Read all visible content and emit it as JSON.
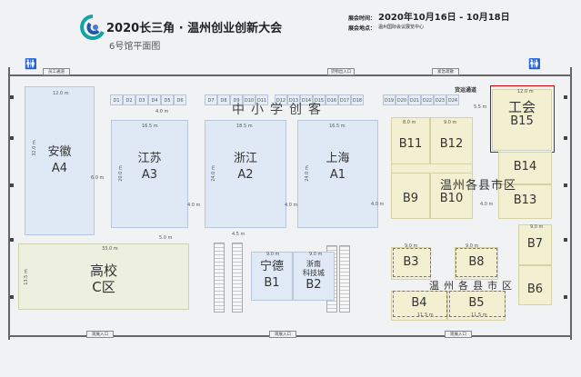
{
  "header": {
    "title": "2020长三角 · 温州创业创新大会",
    "subtitle": "6号馆平面图",
    "date_label": "展会时间：",
    "date_value": "2020年10月16日 - 10月18日",
    "location_label": "展会地点：",
    "location_value": "温州国际会议展览中心"
  },
  "entrances": {
    "top_left": "员工通道",
    "top_middle": "货物出入口",
    "top_right": "紧急疏散",
    "bottom_left": "观展入口",
    "bottom_middle": "观展入口",
    "bottom_right": "观展入口"
  },
  "labels": {
    "primary_school": "中小学创客",
    "cargo_aisle": "货运通道",
    "wenzhou_county": "温州各县市区"
  },
  "small_booths_top": [
    "D1",
    "D2",
    "D3",
    "D4",
    "D5",
    "D6",
    "D7",
    "D8",
    "D9",
    "D10",
    "D11",
    "D12",
    "D13",
    "D14",
    "D15",
    "D16",
    "D17",
    "D18",
    "D19",
    "D20",
    "D21",
    "D22",
    "D23",
    "D24"
  ],
  "areas": {
    "a4": {
      "name": "安徽",
      "code": "A4",
      "width": "12.0 m",
      "depth": "32.0 m"
    },
    "a3": {
      "name": "江苏",
      "code": "A3",
      "width": "16.5 m",
      "depth": "20.0 m"
    },
    "a2": {
      "name": "浙江",
      "code": "A2",
      "width": "18.5 m",
      "depth": "24.0 m"
    },
    "a1": {
      "name": "上海",
      "code": "A1",
      "width": "16.5 m",
      "depth": "24.0 m"
    },
    "college": {
      "name": "高校",
      "code": "C区",
      "width": "33.0 m",
      "depth": "13.5 m"
    },
    "b1": {
      "name": "宁德",
      "code": "B1",
      "width": "9.0 m"
    },
    "b2": {
      "name": "浙南",
      "subtitle": "科技城",
      "code": "B2",
      "width": "9.0 m"
    },
    "b11": {
      "code": "B11",
      "width": "8.0 m"
    },
    "b12": {
      "code": "B12",
      "width": "9.0 m"
    },
    "b9": {
      "code": "B9"
    },
    "b10": {
      "code": "B10"
    },
    "b15": {
      "name": "工会",
      "code": "B15",
      "width": "12.0 m"
    },
    "b14": {
      "code": "B14"
    },
    "b13": {
      "code": "B13"
    },
    "b3": {
      "code": "B3",
      "width": "9.0 m"
    },
    "b8": {
      "code": "B8",
      "width": "9.0 m"
    },
    "b4": {
      "code": "B4",
      "width": "11.5 m"
    },
    "b5": {
      "code": "B5",
      "width": "11.5 m"
    },
    "b7": {
      "code": "B7",
      "width": "9.0 m"
    },
    "b6": {
      "code": "B6"
    }
  },
  "measurements": [
    "6.0 m",
    "4.0 m",
    "4.0 m",
    "4.0 m",
    "5.0 m",
    "4.5 m",
    "4.0 m",
    "4.0 m",
    "5.5 m"
  ]
}
